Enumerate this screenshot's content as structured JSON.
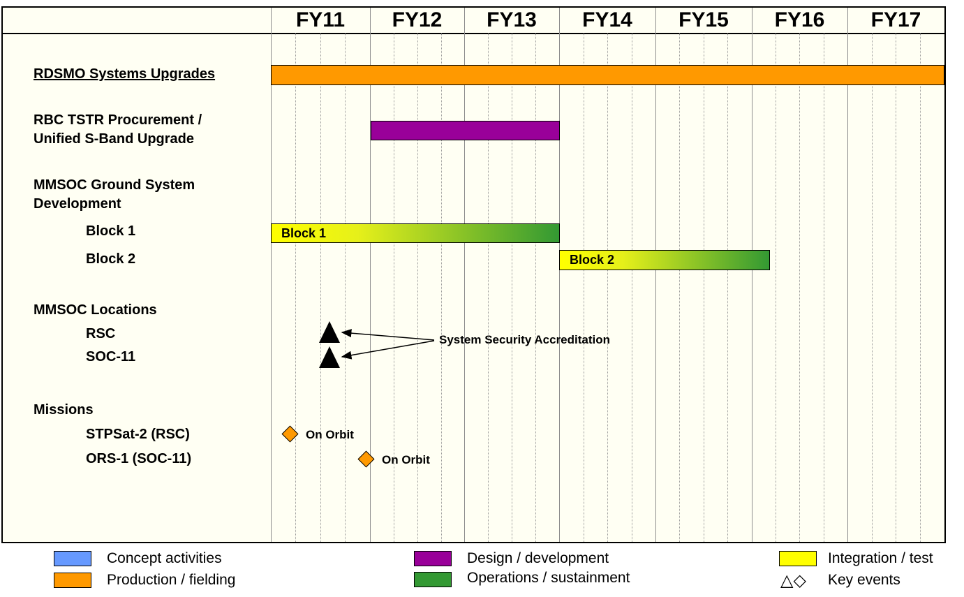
{
  "timeline": {
    "years": [
      "FY11",
      "FY12",
      "FY13",
      "FY14",
      "FY15",
      "FY16",
      "FY17"
    ]
  },
  "rows": {
    "rdsmo": {
      "label": "RDSMO Systems Upgrades",
      "start": "FY11",
      "end": "FY17"
    },
    "rbc": {
      "label_line1": "RBC TSTR Procurement /",
      "label_line2": "Unified S-Band Upgrade",
      "start": "FY12",
      "end": "FY13"
    },
    "mmsoc_ground": {
      "label_line1": "MMSOC Ground System",
      "label_line2": "Development"
    },
    "block1": {
      "label": "Block 1",
      "bar_text": "Block 1",
      "start": "FY11",
      "end": "FY13"
    },
    "block2": {
      "label": "Block 2",
      "bar_text": "Block 2",
      "start": "FY14",
      "end": "FY16"
    },
    "mmsoc_locations": {
      "label": "MMSOC Locations"
    },
    "rsc": {
      "label": "RSC"
    },
    "soc11": {
      "label": "SOC-11"
    },
    "missions": {
      "label": "Missions"
    },
    "stpsat": {
      "label": "STPSat-2 (RSC)",
      "event": "On Orbit"
    },
    "ors1": {
      "label": "ORS-1  (SOC-11)",
      "event": "On Orbit"
    }
  },
  "annotations": {
    "accreditation": "System Security Accreditation"
  },
  "legend": {
    "concept": {
      "label": "Concept activities",
      "color": "#6699ff"
    },
    "production": {
      "label": "Production / fielding",
      "color": "#ff9900"
    },
    "design": {
      "label": "Design / development",
      "color": "#990099"
    },
    "operations": {
      "label": "Operations / sustainment",
      "color": "#339933"
    },
    "integration": {
      "label": "Integration / test",
      "color": "#ffff00"
    },
    "key_events": {
      "label": "Key events",
      "symbols": "△◇"
    }
  },
  "colors": {
    "production": "#ff9900",
    "design": "#990099",
    "integration": "#ffff00",
    "operations": "#339933"
  }
}
